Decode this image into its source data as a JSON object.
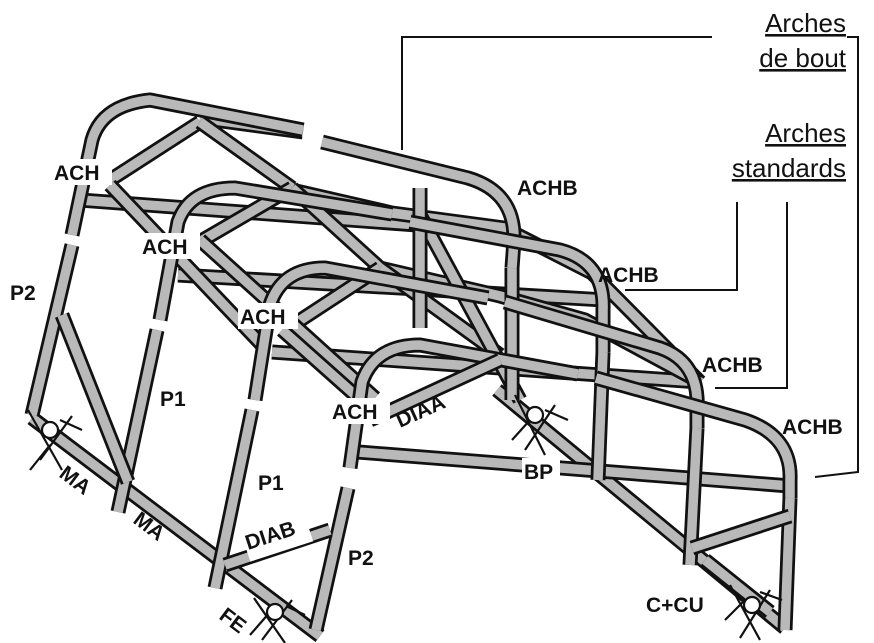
{
  "legend": {
    "end_arches_line1": "Arches",
    "end_arches_line2": "de bout",
    "standard_arches_line1": "Arches",
    "standard_arches_line2": "standards"
  },
  "labels": {
    "ach": "ACH",
    "achb": "ACHB",
    "p1": "P1",
    "p2": "P2",
    "ma": "MA",
    "fe": "FE",
    "diaa": "DIAA",
    "diab": "DIAB",
    "bp": "BP",
    "ccu": "C+CU"
  }
}
